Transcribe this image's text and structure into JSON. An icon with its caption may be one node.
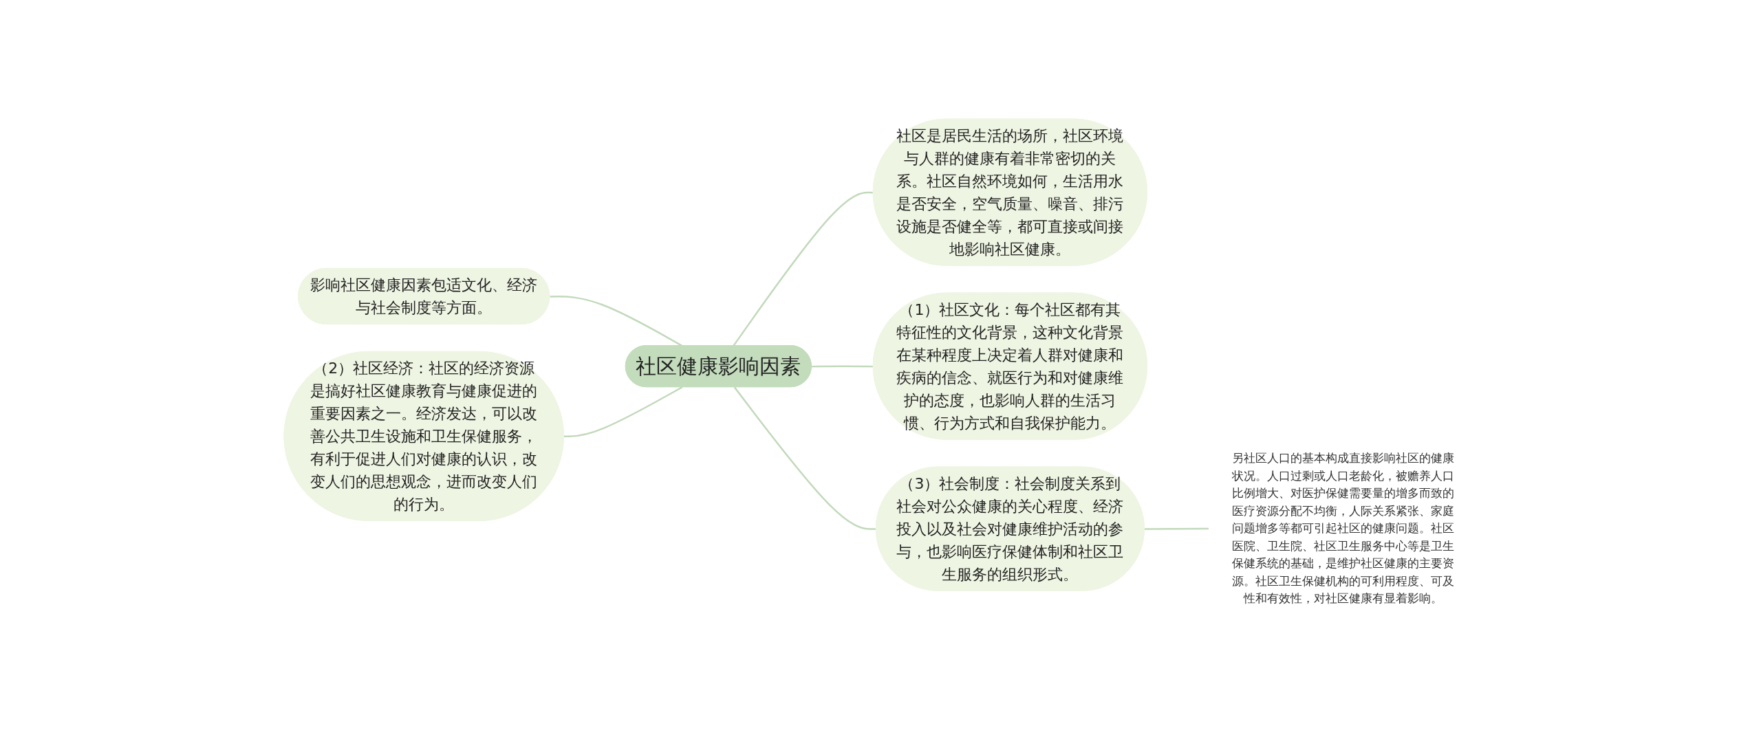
{
  "diagram": {
    "nodes": [
      {
        "text": [
          "社区健康影响因素"
        ]
      },
      {
        "text": [
          "影响社区健康因素包适文化、经济与社会制度等方面。"
        ]
      },
      {
        "text": [
          "（2）社区经济：社区的经济资源是搞好社区健康教育与健康促进的重要因素之一。经济发达，可以改善公共卫生设施和卫生保健服务，有利于促进人们对健康的认识，改变人们的思想观念，进而改变人们的行为。"
        ]
      },
      {
        "text": [
          "社区是居民生活的场所，社区环境与人群的健康有着非常密切的关系。社区自然环境如何，生活用水是否安全，空气质量、噪音、排污设施是否健全等，都可直接或间接地影响社区健康。"
        ]
      },
      {
        "text": [
          "（1）社区文化：每个社区都有其特征性的文化背景，这种文化背景在某种程度上决定着人群对健康和疾病的信念、就医行为和对健康维护的态度，也影响人群的生活习惯、行为方式和自我保护能力。"
        ]
      },
      {
        "text": [
          "（3）社会制度：社会制度关系到社会对公众健康的关心程度、经济投入以及社会对健康维护活动的参与，也影响医疗保健体制和社区卫生服务的组织形式。"
        ]
      },
      {
        "text": [
          "另社区人口的基本构成直接影响社区的健康状况。人口过剩或人口老龄化，被赡养人口比例增大、对医护保健需要量的增多而致的医疗资源分配不均衡，人际关系紧张、家庭问题增多等都可引起社区的健康问题。社区医院、卫生院、社区卫生服务中心等是卫生保健系统的基础，是维护社区健康的主要资源。社区卫生保健机构的可利用程度、可及性和有效性，对社区健康有显着影响。"
        ]
      }
    ],
    "edges": [
      {
        "from": 1,
        "to": 0,
        "arrow": "none"
      },
      {
        "from": 2,
        "to": 0,
        "arrow": "none"
      },
      {
        "from": 0,
        "to": 3,
        "arrow": "none"
      },
      {
        "from": 0,
        "to": 4,
        "arrow": "none"
      },
      {
        "from": 0,
        "to": 5,
        "arrow": "none"
      },
      {
        "from": 5,
        "to": 6,
        "arrow": "none"
      }
    ]
  }
}
